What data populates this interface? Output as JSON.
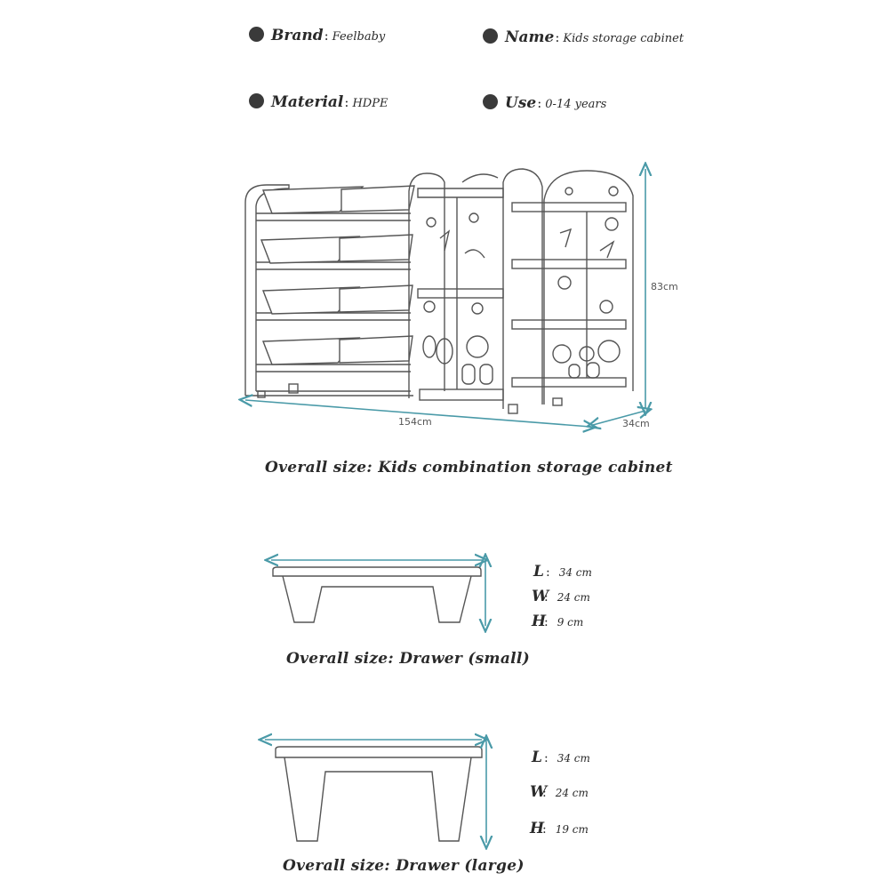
{
  "specs": {
    "brand": {
      "label": "Brand",
      "sep": ":",
      "value": "Feelbaby"
    },
    "name": {
      "label": "Name",
      "sep": ":",
      "value": "Kids storage cabinet"
    },
    "material": {
      "label": "Material",
      "sep": ":",
      "value": "HDPE"
    },
    "use": {
      "label": "Use",
      "sep": ":",
      "value": "0-14 years"
    }
  },
  "cabinet": {
    "width": "154cm",
    "height": "83cm",
    "depth": "34cm",
    "caption": "Overall size: Kids combination storage cabinet"
  },
  "drawer_small": {
    "L": {
      "label": "L",
      "sep": ":",
      "value": "34 cm"
    },
    "W": {
      "label": "W",
      "sep": ":",
      "value": "24 cm"
    },
    "H": {
      "label": "H",
      "sep": ":",
      "value": "9 cm"
    },
    "caption": "Overall size: Drawer (small)"
  },
  "drawer_large": {
    "L": {
      "label": "L",
      "sep": ":",
      "value": "34 cm"
    },
    "W": {
      "label": "W",
      "sep": ":",
      "value": "24 cm"
    },
    "H": {
      "label": "H",
      "sep": ":",
      "value": "19 cm"
    },
    "caption": "Overall size: Drawer (large)"
  },
  "colors": {
    "line": "#555555",
    "dimension_arrow": "#4a9aa8",
    "bullet": "#3a3a3a"
  }
}
